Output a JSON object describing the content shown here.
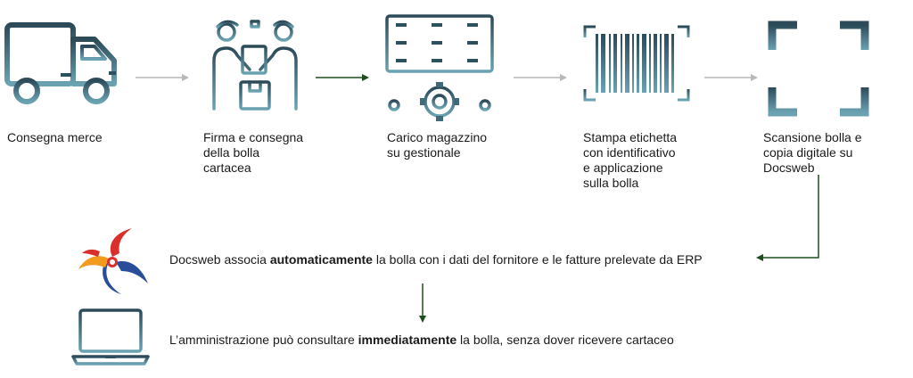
{
  "steps": [
    {
      "id": "delivery",
      "icon": "truck-icon",
      "lines": [
        "Consegna merce"
      ]
    },
    {
      "id": "signature",
      "icon": "handover-icon",
      "lines": [
        "Firma e consegna",
        "della bolla",
        "cartacea"
      ]
    },
    {
      "id": "warehouse",
      "icon": "server-gear-icon",
      "lines": [
        "Carico magazzino",
        "su gestionale"
      ]
    },
    {
      "id": "label",
      "icon": "barcode-icon",
      "lines": [
        "Stampa etichetta",
        "con identificativo",
        "e applicazione",
        "sulla bolla"
      ]
    },
    {
      "id": "scan",
      "icon": "scan-frame-icon",
      "lines": [
        "Scansione bolla e",
        "copia digitale su",
        "Docsweb"
      ]
    }
  ],
  "outcomes": [
    {
      "id": "associate",
      "icon": "docsweb-logo-icon",
      "before": "Docsweb associa ",
      "bold": "automaticamente",
      "after": " la bolla con i dati del fornitore e le fatture prelevate da ERP"
    },
    {
      "id": "consult",
      "icon": "laptop-icon",
      "before": "L’amministrazione può consultare ",
      "bold": "immediatamente",
      "after": " la bolla, senza dover ricevere cartaceo"
    }
  ],
  "colors": {
    "icon_dark": "#2e4f5c",
    "icon_light": "#6fa0b0",
    "arrow_gray": "#b8b8b8",
    "arrow_green": "#1f4d1f",
    "logo_red": "#d9302c",
    "logo_blue": "#2a4d9a",
    "logo_orange": "#f29a1d"
  }
}
